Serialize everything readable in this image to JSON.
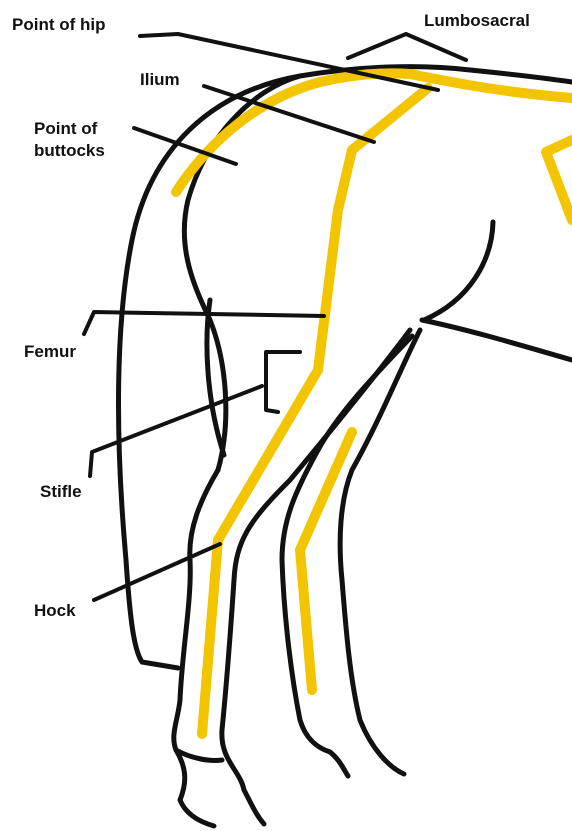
{
  "colors": {
    "outline": "#111111",
    "bone": "#f2c500",
    "background": "#ffffff"
  },
  "labels": {
    "point_of_hip": "Point of hip",
    "lumbosacral": "Lumbosacral",
    "ilium": "Ilium",
    "point_of_buttocks_line1": "Point of",
    "point_of_buttocks_line2": "buttocks",
    "femur": "Femur",
    "stifle": "Stifle",
    "hock": "Hock"
  }
}
